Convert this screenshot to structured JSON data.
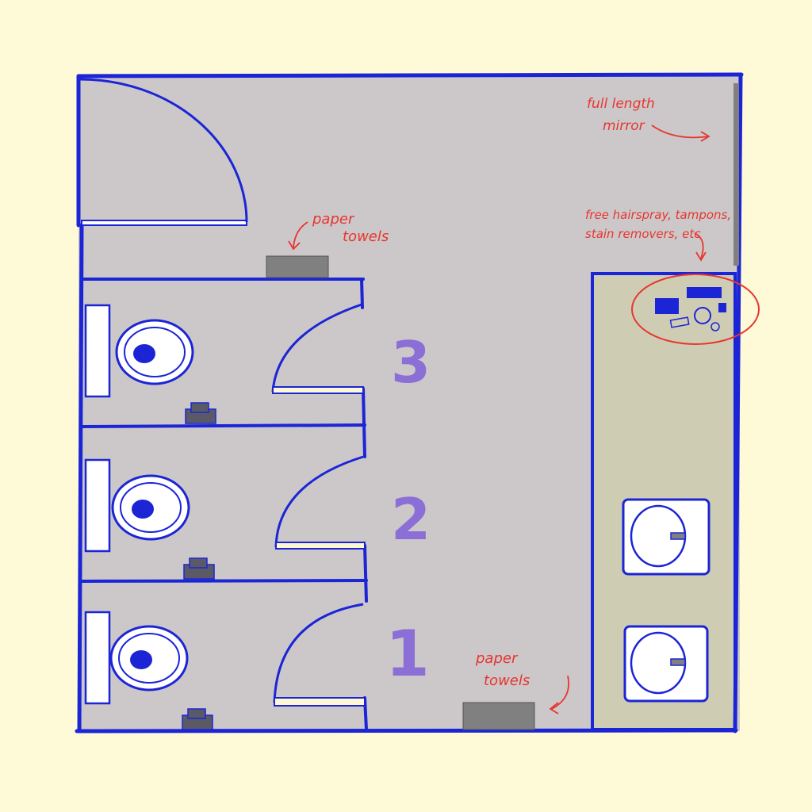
{
  "colors": {
    "background": "#fefad8",
    "floor": "#ccc8c9",
    "wall": "#1c25d6",
    "counter": "#cecdb3",
    "fixture": "#808080",
    "annotation": "#e8352f",
    "stall_number": "#8b6fd6"
  },
  "labels": {
    "paper_towels_top_line1": "paper",
    "paper_towels_top_line2": "towels",
    "paper_towels_bottom_line1": "paper",
    "paper_towels_bottom_line2": "towels",
    "mirror_line1": "full length",
    "mirror_line2": "mirror",
    "supplies_line1": "free hairspray, tampons,",
    "supplies_line2": "stain removers, etc"
  },
  "stalls": [
    {
      "number": "3"
    },
    {
      "number": "2"
    },
    {
      "number": "1"
    }
  ],
  "sinks": [
    {
      "icon": "sink-icon"
    },
    {
      "icon": "sink-icon"
    }
  ]
}
